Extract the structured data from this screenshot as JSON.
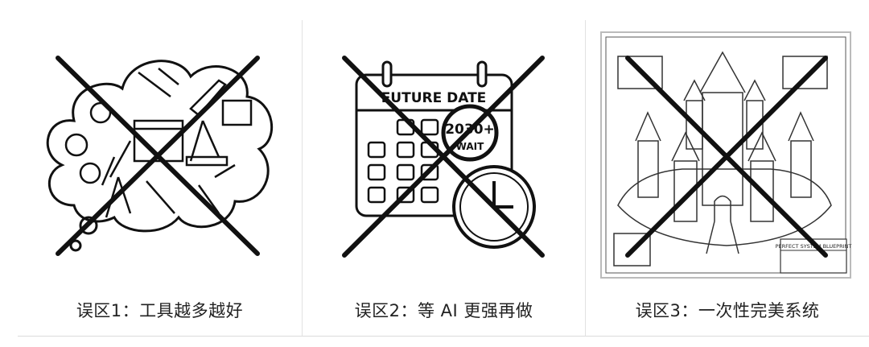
{
  "panels": [
    {
      "caption": "误区1：工具越多越好",
      "illustration": "thought-cloud-of-tools",
      "crossed_out": true
    },
    {
      "caption": "误区2：等 AI 更强再做",
      "illustration": "calendar-with-clock",
      "calendar_title": "FUTURE DATE",
      "badge_line1": "2030+",
      "badge_line2": "WAIT",
      "crossed_out": true
    },
    {
      "caption": "误区3：一次性完美系统",
      "illustration": "castle-blueprint",
      "blueprint_title": "PERFECT SYSTEM BLUEPRINT",
      "crossed_out": true
    }
  ],
  "colors": {
    "ink": "#111111",
    "divider": "#e2e2e2",
    "caption": "#222222"
  }
}
